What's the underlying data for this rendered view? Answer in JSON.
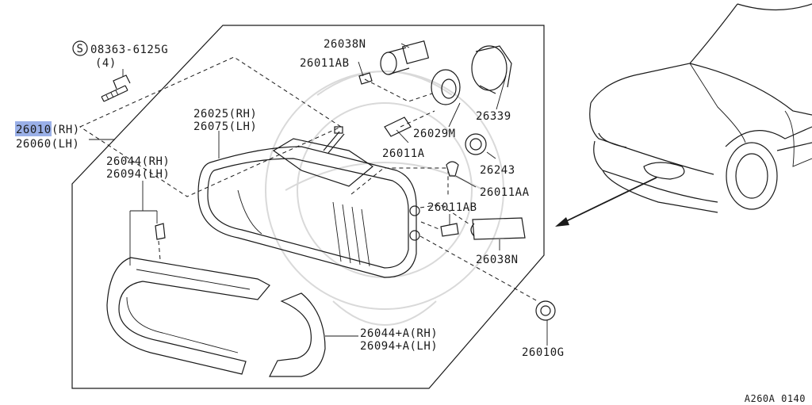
{
  "diagram": {
    "callouts": {
      "screw_symbol": "S",
      "screw_part": "08363-6125G",
      "screw_qty": "(4)",
      "headlamp_rh_code": "26010",
      "headlamp_rh_suffix": "(RH)",
      "headlamp_lh": "26060(LH)",
      "housing_rh": "26025(RH)",
      "housing_lh": "26075(LH)",
      "bezel_rh": "26044(RH)",
      "bezel_lh": "26094(LH)",
      "bezel_a_rh": "26044+A(RH)",
      "bezel_a_lh": "26094+A(LH)",
      "p26038n_top": "26038N",
      "p26011ab_top": "26011AB",
      "p26029m": "26029M",
      "p26339": "26339",
      "p26011a": "26011A",
      "p26243": "26243",
      "p26011aa": "26011AA",
      "p26011ab_mid": "26011AB",
      "p26038n_bottom": "26038N",
      "p26010g": "26010G"
    },
    "highlight_color": "#9ab0e8",
    "figure_code": "A260A 0140"
  }
}
